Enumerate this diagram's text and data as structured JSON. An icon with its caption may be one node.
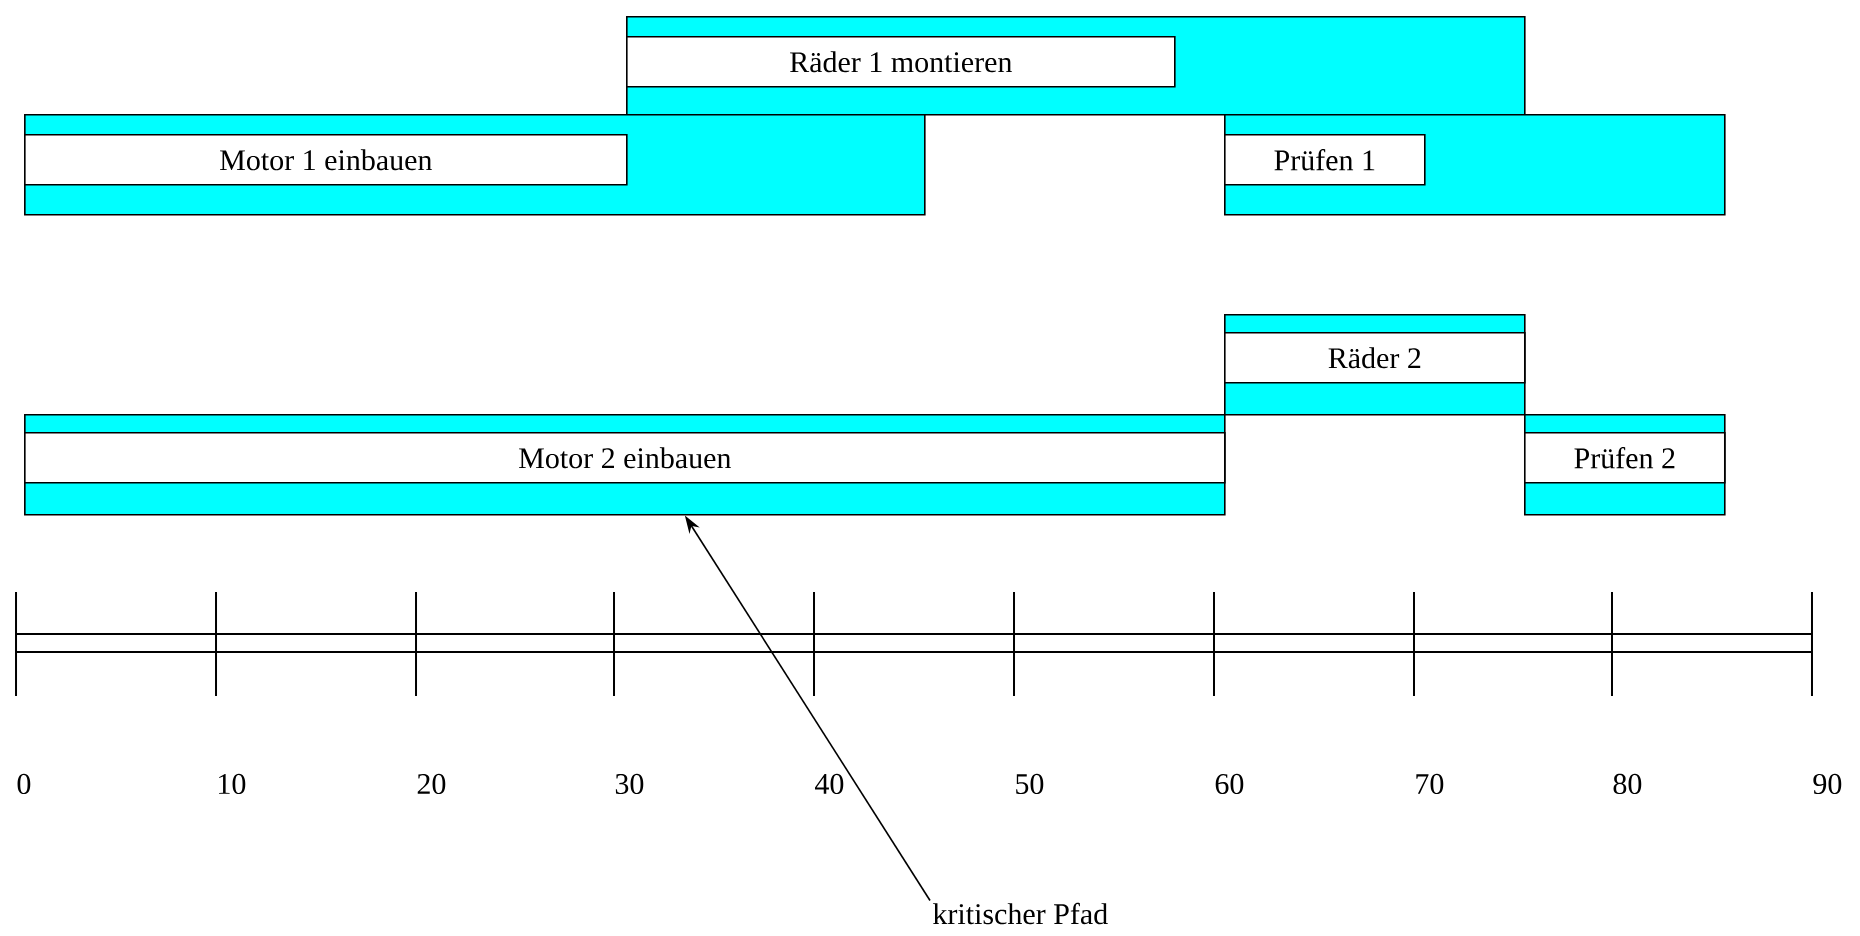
{
  "diagram": {
    "nodes": [
      {
        "text": [],
        "shape": "bar"
      },
      {
        "text": [
          "Räder 1 montieren"
        ],
        "in": 0
      },
      {
        "text": [],
        "shape": "bar"
      },
      {
        "text": [
          "Motor 1 einbauen"
        ],
        "in": 2
      },
      {
        "text": [],
        "shape": "bar"
      },
      {
        "text": [
          "Prüfen 1"
        ],
        "in": 4
      },
      {
        "text": [],
        "shape": "bar"
      },
      {
        "text": [
          "Räder 2"
        ],
        "in": 6
      },
      {
        "text": [],
        "shape": "bar"
      },
      {
        "text": [
          "Motor 2 einbauen"
        ],
        "in": 8
      },
      {
        "text": [],
        "shape": "bar"
      },
      {
        "text": [
          "Prüfen 2"
        ],
        "in": 10
      },
      {
        "text": [
          "kritischer Pfad"
        ]
      }
    ],
    "edges": [
      {
        "from": 12,
        "to": 8,
        "arrow": "to"
      }
    ],
    "labels": [
      "0",
      "10",
      "20",
      "30",
      "40",
      "50",
      "60",
      "70",
      "80",
      "90"
    ]
  }
}
